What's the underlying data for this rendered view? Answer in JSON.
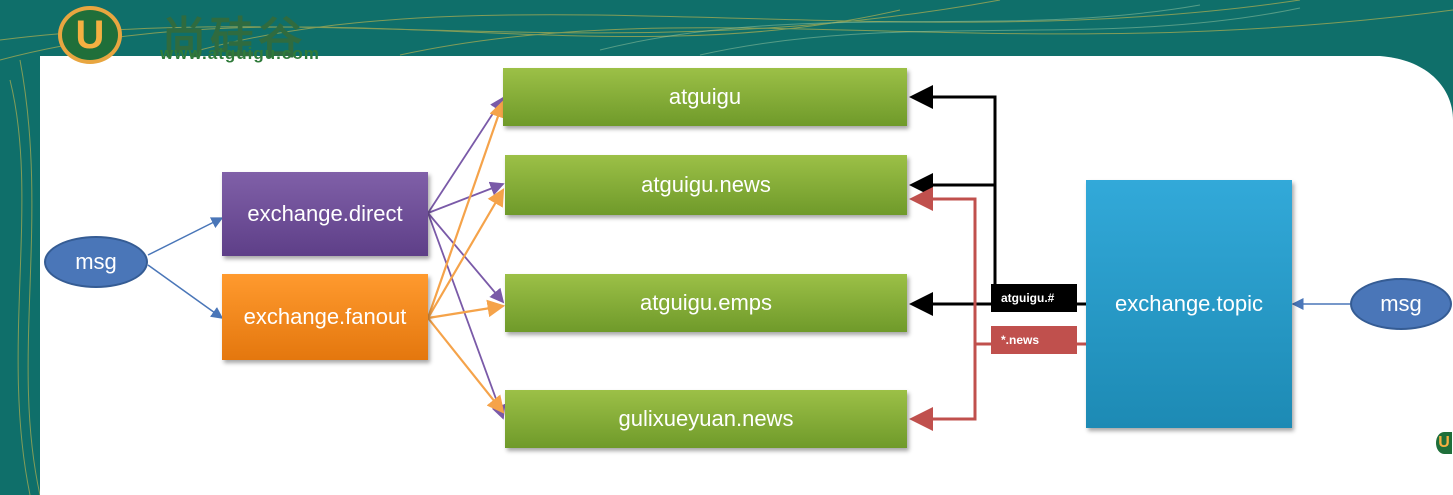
{
  "logo": {
    "icon_letter": "U",
    "chinese": "尚硅谷",
    "url": "www.atguigu.com"
  },
  "diagram": {
    "left_msg": "msg",
    "right_msg": "msg",
    "exchanges": {
      "direct": "exchange.direct",
      "fanout": "exchange.fanout",
      "topic": "exchange.topic"
    },
    "queues": [
      "atguigu",
      "atguigu.news",
      "atguigu.emps",
      "gulixueyuan.news"
    ],
    "routing_keys": {
      "hash": "atguigu.#",
      "star": "*.news"
    }
  },
  "colors": {
    "queue_green": "#7ea836",
    "direct_purple": "#6e50a0",
    "fanout_orange": "#f5871f",
    "topic_blue": "#2a9bc8",
    "msg_blue": "#4a76b8",
    "hash_black": "#000000",
    "star_red": "#c0504d"
  }
}
